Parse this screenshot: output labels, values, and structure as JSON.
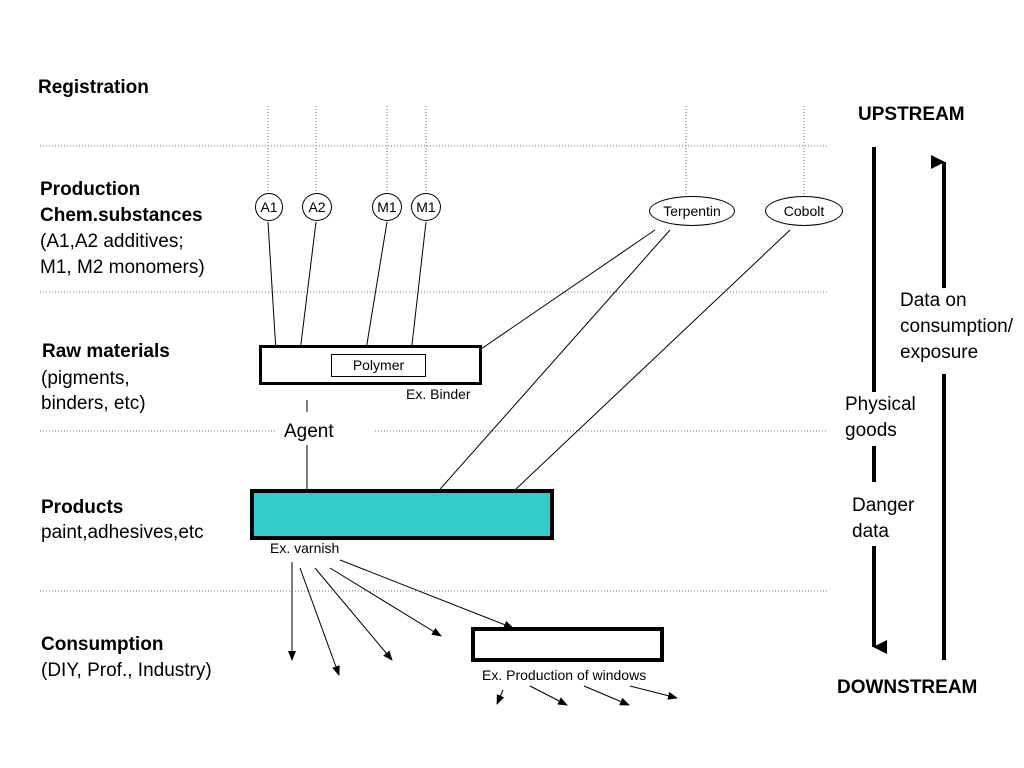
{
  "stages": {
    "registration": "Registration",
    "production_title1": "Production",
    "production_title2": "Chem.substances",
    "production_sub1": "(A1,A2 additives;",
    "production_sub2": "M1, M2 monomers)",
    "raw_title": "Raw materials",
    "raw_sub1": "(pigments,",
    "raw_sub2": "binders, etc)",
    "products_title": "Products",
    "products_sub": "paint,adhesives,etc",
    "consumption_title": "Consumption",
    "consumption_sub": "(DIY, Prof., Industry)"
  },
  "substances": {
    "a1": "A1",
    "a2": "A2",
    "m1a": "M1",
    "m1b": "M1",
    "terpentin": "Terpentin",
    "cobolt": "Cobolt"
  },
  "boxes": {
    "polymer": "Polymer",
    "binder_caption": "Ex. Binder",
    "agent": "Agent",
    "varnish_caption": "Ex. varnish",
    "windows_caption": "Ex. Production of windows"
  },
  "right_panel": {
    "upstream": "UPSTREAM",
    "downstream": "DOWNSTREAM",
    "data_on1": "Data on",
    "data_on2": "consumption/",
    "data_on3": "exposure",
    "physical1": "Physical",
    "physical2": "goods",
    "danger1": "Danger",
    "danger2": "data"
  },
  "colors": {
    "products_fill": "#33cccc",
    "line": "#000000",
    "separator": "#777777"
  }
}
